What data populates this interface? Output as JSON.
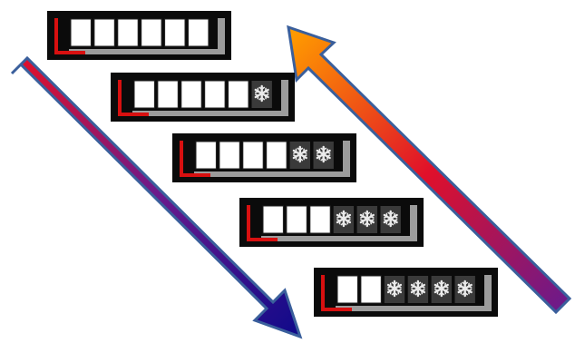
{
  "diagram": {
    "bars": [
      {
        "total_cells": 6,
        "frosted_cells": 0
      },
      {
        "total_cells": 6,
        "frosted_cells": 1
      },
      {
        "total_cells": 6,
        "frosted_cells": 2
      },
      {
        "total_cells": 6,
        "frosted_cells": 3
      },
      {
        "total_cells": 6,
        "frosted_cells": 4
      }
    ],
    "arrows": [
      {
        "direction": "down-right",
        "gradient": [
          "#e0102a",
          "#6a1a8c",
          "#120a8a"
        ],
        "outline": "#3a5f9c"
      },
      {
        "direction": "up-left",
        "gradient": [
          "#ff9a00",
          "#e0102a",
          "#6a1a8c"
        ],
        "outline": "#3a5f9c"
      }
    ],
    "icons": {
      "frosted_cell": "snowflake-icon",
      "corner_marker": "red-corner-bracket-icon"
    },
    "colors": {
      "bar_background": "#0b0b0b",
      "cell_fill": "#ffffff",
      "frame_gray": "#9c9c9c",
      "frost_cell_bg": "#3a3a3a",
      "red_marker": "#d81010"
    }
  }
}
